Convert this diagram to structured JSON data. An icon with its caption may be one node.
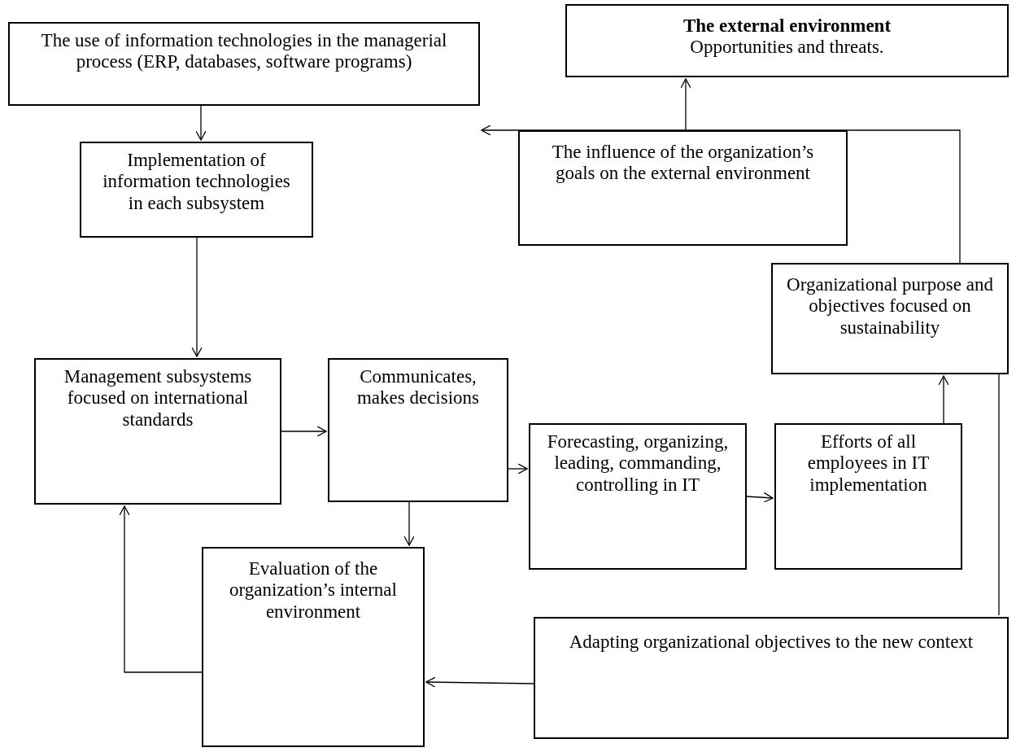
{
  "diagram": {
    "nodes": [
      {
        "text": [
          "The external environment",
          "Opportunities and threats."
        ]
      },
      {
        "text": [
          "The use of information technologies in the managerial process (ERP, databases, software programs)"
        ]
      },
      {
        "text": [
          "The influence of the organization’s goals on the external environment"
        ]
      },
      {
        "text": [
          "Implementation of information technologies in each subsystem"
        ]
      },
      {
        "text": [
          "Organizational purpose and objectives focused on sustainability"
        ]
      },
      {
        "text": [
          "Management subsystems focused on international standards"
        ]
      },
      {
        "text": [
          "Communicates, makes decisions"
        ]
      },
      {
        "text": [
          "Forecasting, organizing, leading, commanding, controlling in IT"
        ]
      },
      {
        "text": [
          "Efforts of all employees in IT implementation"
        ]
      },
      {
        "text": [
          "Evaluation of the organization’s internal environment"
        ]
      },
      {
        "text": [
          "Adapting organizational objectives to the new context"
        ]
      }
    ],
    "edges": [
      {
        "from": 2,
        "to": 0,
        "arrow": "to"
      },
      {
        "from": 4,
        "to": 1,
        "arrow": "to"
      },
      {
        "from": 1,
        "to": 3,
        "arrow": "to"
      },
      {
        "from": 3,
        "to": 5,
        "arrow": "to"
      },
      {
        "from": 5,
        "to": 6,
        "arrow": "to"
      },
      {
        "from": 6,
        "to": 7,
        "arrow": "to"
      },
      {
        "from": 6,
        "to": 9,
        "arrow": "to"
      },
      {
        "from": 7,
        "to": 8,
        "arrow": "to"
      },
      {
        "from": 8,
        "to": 4,
        "arrow": "to"
      },
      {
        "from": 4,
        "to": 10,
        "arrow": "none"
      },
      {
        "from": 10,
        "to": 9,
        "arrow": "to"
      },
      {
        "from": 9,
        "to": 5,
        "arrow": "to"
      }
    ]
  }
}
